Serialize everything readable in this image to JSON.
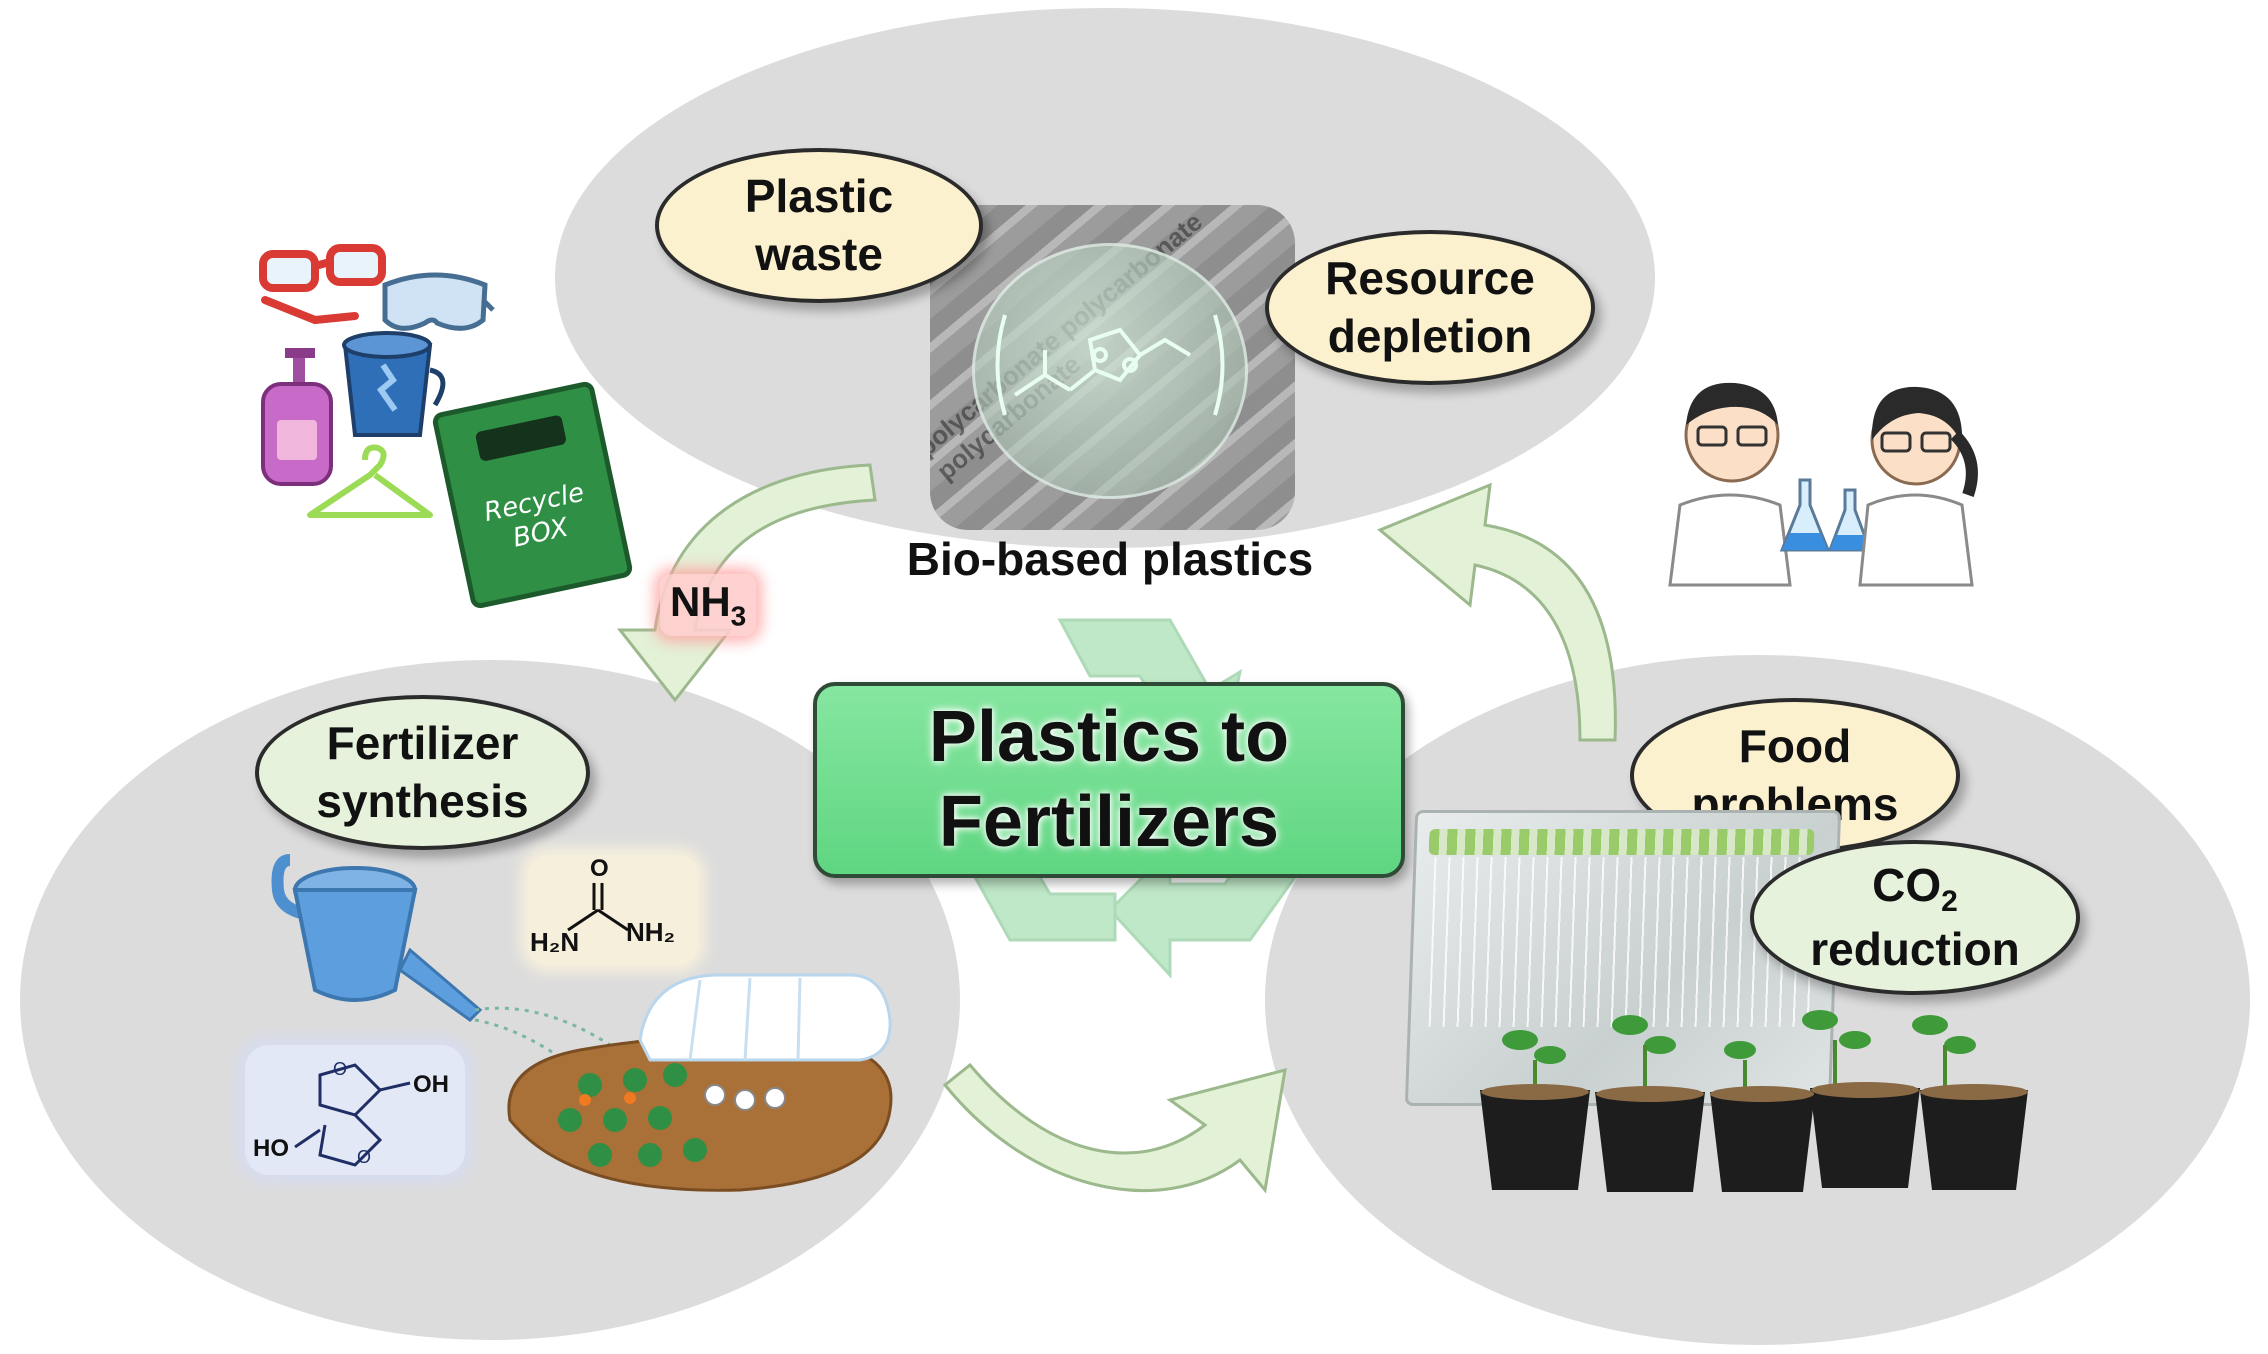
{
  "center": {
    "title": "Plastics to\nFertilizers"
  },
  "issues": {
    "plastic_waste": "Plastic\nwaste",
    "resource_depletion": "Resource\ndepletion",
    "fertilizer_synthesis": "Fertilizer\nsynthesis",
    "food_problems": "Food\nproblems",
    "co2_reduction": {
      "prefix": "CO",
      "sub": "2",
      "suffix": "\nreduction"
    }
  },
  "labels": {
    "bio_based_plastics": "Bio-based plastics",
    "nh3": {
      "base": "NH",
      "sub": "3"
    },
    "recycle_box": "Recycle\nBOX",
    "polycarbonate_text": "polycarbonate polycarbonate polycarbonate"
  },
  "chemistry": {
    "urea": {
      "left": "H₂N",
      "right": "NH₂",
      "top": "O"
    },
    "isosorbide": {
      "oh_top": "OH",
      "ho_bottom": "HO"
    }
  },
  "colors": {
    "background_blob": "#dcdcdc",
    "yellow_bubble": "#fbf1cf",
    "green_bubble": "#e6f2dc",
    "center_box": "#6fdd8e",
    "arrow_fill": "#e3f1d6",
    "arrow_stroke": "#9bb98c"
  }
}
